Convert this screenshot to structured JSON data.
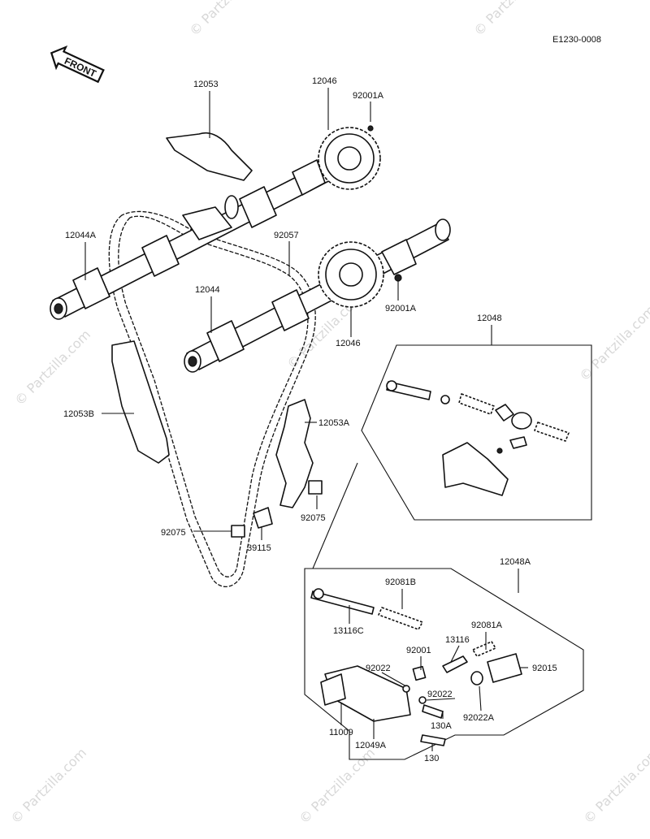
{
  "diagram": {
    "ref_code": "E1230-0008",
    "front_label": "FRONT",
    "watermark": "© Partzilla.com",
    "callouts": [
      {
        "id": "12053",
        "text": "12053"
      },
      {
        "id": "12046_top",
        "text": "12046"
      },
      {
        "id": "92001A_top",
        "text": "92001A"
      },
      {
        "id": "12044A",
        "text": "12044A"
      },
      {
        "id": "92057",
        "text": "92057"
      },
      {
        "id": "12044",
        "text": "12044"
      },
      {
        "id": "92001A_mid",
        "text": "92001A"
      },
      {
        "id": "12046_mid",
        "text": "12046"
      },
      {
        "id": "12048",
        "text": "12048"
      },
      {
        "id": "12053B",
        "text": "12053B"
      },
      {
        "id": "12053A",
        "text": "12053A"
      },
      {
        "id": "92075_right",
        "text": "92075"
      },
      {
        "id": "92075_left",
        "text": "92075"
      },
      {
        "id": "39115",
        "text": "39115"
      },
      {
        "id": "12048A",
        "text": "12048A"
      },
      {
        "id": "92081B",
        "text": "92081B"
      },
      {
        "id": "13116C",
        "text": "13116C"
      },
      {
        "id": "13116",
        "text": "13116"
      },
      {
        "id": "92081A",
        "text": "92081A"
      },
      {
        "id": "92001",
        "text": "92001"
      },
      {
        "id": "92015",
        "text": "92015"
      },
      {
        "id": "92022_left",
        "text": "92022"
      },
      {
        "id": "92022_right",
        "text": "92022"
      },
      {
        "id": "92022A",
        "text": "92022A"
      },
      {
        "id": "130A",
        "text": "130A"
      },
      {
        "id": "11009",
        "text": "11009"
      },
      {
        "id": "12049A",
        "text": "12049A"
      },
      {
        "id": "130",
        "text": "130"
      }
    ]
  }
}
